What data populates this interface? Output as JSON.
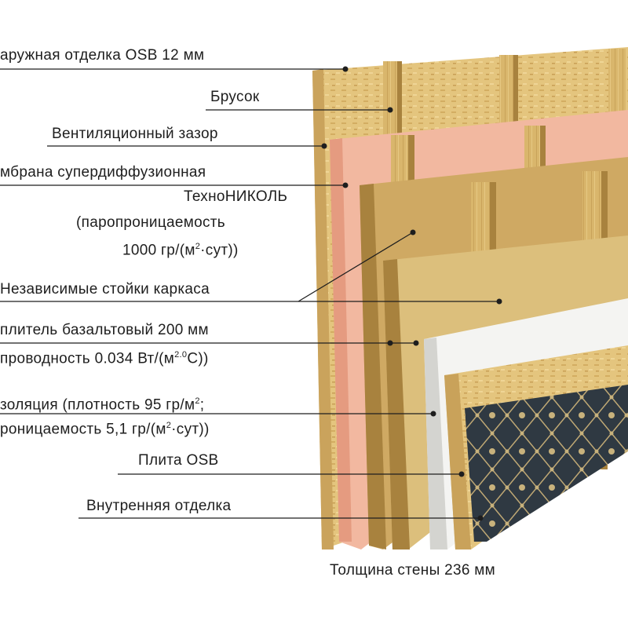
{
  "labels": {
    "outer_finish": "аружная отделка OSB 12 мм",
    "batten": "Брусок",
    "vent_gap": "Вентиляционный зазор",
    "membrane_1": "мбрана супердиффузионная",
    "membrane_2": "ТехноНИКОЛЬ",
    "membrane_3": "(паропроницаемость",
    "membrane_4_a": "1000 гр/(м",
    "membrane_4_sup": "2",
    "membrane_4_b": "·сут))",
    "studs": "Независимые стойки каркаса",
    "insulation_1": "плитель базальтовый 200 мм",
    "insulation_2_a": "проводность 0.034 Вт/(м",
    "insulation_2_sup": "2.0",
    "insulation_2_b": "С))",
    "vapor_1_a": "золяция (плотность 95 гр/м",
    "vapor_1_sup": "2",
    "vapor_1_b": ";",
    "vapor_2_a": "роницаемость 5,1 гр/(м",
    "vapor_2_sup": "2",
    "vapor_2_b": "·сут))",
    "osb_board": "Плита OSB",
    "inner_finish": "Внутренняя отделка"
  },
  "caption": "Толщина стены 236 мм",
  "colors": {
    "osb": "#e2c27a",
    "osb_dark": "#c9a25a",
    "wood": "#d8b56a",
    "wood_shadow": "#a8823e",
    "membrane": "#f0b49a",
    "vapor_barrier": "#f4f4f4",
    "wallpaper": "#2e3740",
    "pattern": "#c8b27c",
    "line": "#1e1e1e"
  }
}
